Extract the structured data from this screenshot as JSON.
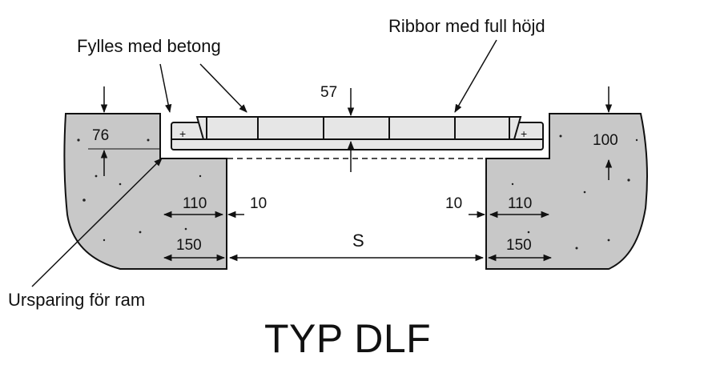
{
  "callouts": {
    "fill": "Fylles med betong",
    "ribs": "Ribbor med full höjd",
    "recess": "Ursparing för ram"
  },
  "dimensions": {
    "d57": "57",
    "d76": "76",
    "d100": "100",
    "d110_left": "110",
    "d110_right": "110",
    "d10_left": "10",
    "d10_right": "10",
    "d150_left": "150",
    "d150_right": "150",
    "span": "S"
  },
  "title": "TYP DLF",
  "colors": {
    "concrete": "#c8c8c8",
    "ink": "#111111",
    "grate": "#e6e6e6"
  }
}
